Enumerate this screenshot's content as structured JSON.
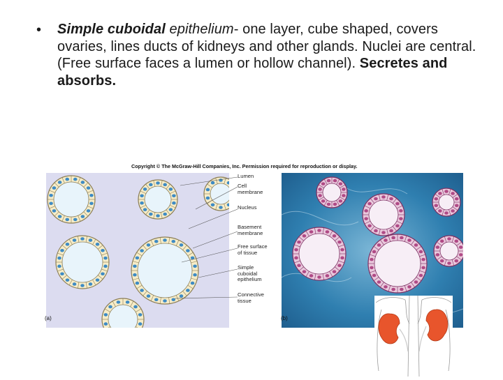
{
  "bullet": {
    "marker": "•",
    "term_italic_bold": "Simple cuboidal",
    "term_italic": " epithelium",
    "description": "- one layer, cube shaped, covers ovaries, lines ducts of kidneys and other glands. Nuclei are central.(Free surface faces a lumen or hollow channel). ",
    "emphasis": "Secretes and absorbs."
  },
  "figure": {
    "copyright": "Copyright © The McGraw-Hill Companies, Inc. Permission required for reproduction or display.",
    "labels": [
      {
        "line1": "Lumen",
        "line2": "",
        "line3": ""
      },
      {
        "line1": "Cell",
        "line2": "membrane",
        "line3": ""
      },
      {
        "line1": "Nucleus",
        "line2": "",
        "line3": ""
      },
      {
        "line1": "Basement",
        "line2": "membrane",
        "line3": ""
      },
      {
        "line1": "Free surface",
        "line2": "of tissue",
        "line3": ""
      },
      {
        "line1": "Simple",
        "line2": "cuboidal",
        "line3": "epithelium"
      },
      {
        "line1": "Connective",
        "line2": "tissue",
        "line3": ""
      }
    ],
    "panel_a_tag": "(a)",
    "panel_b_tag": "(b)"
  },
  "colors": {
    "panel_a_bg": "#dcdcf0",
    "cell_fill": "#f6ecc8",
    "nucleus": "#3e8bc4",
    "lumen": "#e8f4fb",
    "stain_blue": "#2e86b7",
    "stain_pink": "#b04a86",
    "kidney": "#e8552c"
  }
}
